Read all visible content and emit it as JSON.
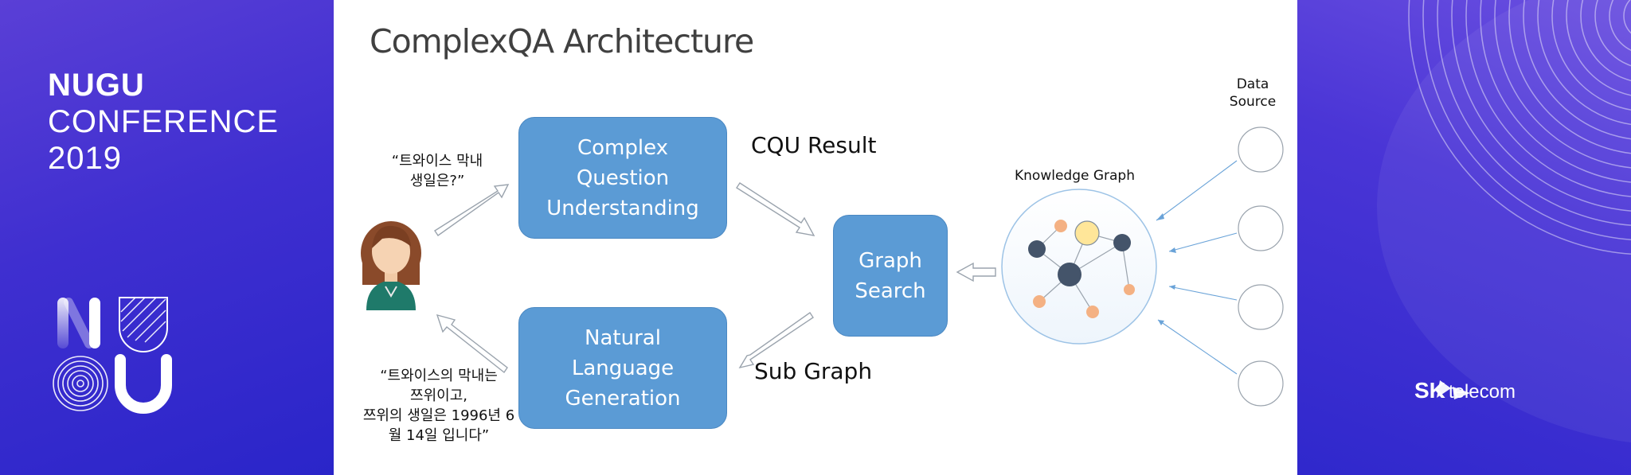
{
  "conference": {
    "line1": "NUGU",
    "line2": "CONFERENCE",
    "line3": "2019"
  },
  "slide": {
    "title": "ComplexQA Architecture"
  },
  "diagram": {
    "cqu_box": "Complex\nQuestion\nUnderstanding",
    "nlg_box": "Natural\nLanguage\nGeneration",
    "graph_search_box": "Graph\nSearch",
    "cqu_result": "CQU Result",
    "sub_graph": "Sub Graph",
    "knowledge_graph": "Knowledge Graph",
    "data_source": "Data\nSource",
    "question": "“트와이스 막내\n생일은?”",
    "answer": "“트와이스의 막내는\n쯔위이고,\n쯔위의 생일은 1996년 6\n월 14일 입니다”"
  },
  "brand": {
    "name": "SK",
    "suffix": "telecom"
  },
  "colors": {
    "box": "#5b9bd5",
    "node_dark": "#44546a",
    "node_orange": "#f4b183",
    "node_yellow": "#ffe699",
    "kg_circle": "#9dc3e6"
  }
}
